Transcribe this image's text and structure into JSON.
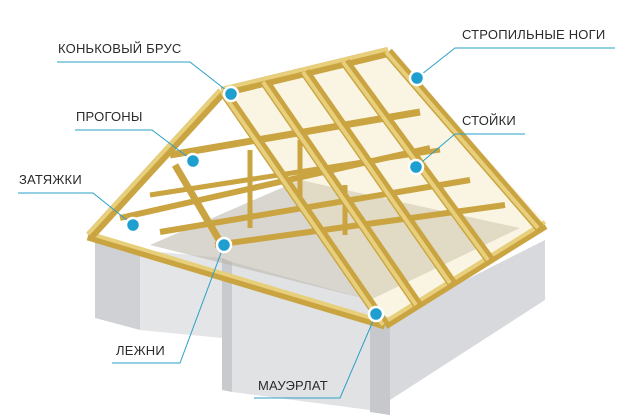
{
  "labels": {
    "ridge_beam": "КОНЬКОВЫЙ БРУС",
    "rafters": "СТРОПИЛЬНЫЕ НОГИ",
    "purlins": "ПРОГОНЫ",
    "posts": "СТОЙКИ",
    "ties": "ЗАТЯЖКИ",
    "sleepers": "ЛЕЖНИ",
    "wall_plate": "МАУЭРЛАТ"
  },
  "colors": {
    "accent": "#1e9fd0",
    "wood": "#e3c46a",
    "wall": "#d9dadc"
  }
}
